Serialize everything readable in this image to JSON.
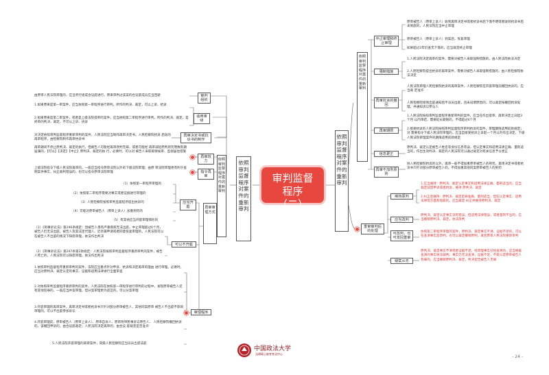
{
  "central": "审判监督程序（二）",
  "right_main": "依照审判监督程序对案件的重新审判",
  "left_main": "依照审判监督程序对案件的重新审判",
  "left_hub": "依照审判监督程序对案件的重新审判",
  "rt": {
    "label": "依照审判监督程序对案件的重新审判",
    "n1": "中止审理和终止审理",
    "n2": "强制措施",
    "n3": "再审抗诉的撤回",
    "n4": "再审期限",
    "n5": "信息更正",
    "n6": "再审不加刑原则",
    "t1a": "原审被告人（原审上诉人）收到再审决定书或者抗诉书后下落不明或者收到抗诉书后未到庭的，人民法院应当中止审理",
    "t1b": "原审被告人（原审上诉人）到案后，恢复审理",
    "t1c": "如果超过2年仍查无下落的，应当裁定终止审理",
    "t2a": "1.人民法院决定再审的案件，需要对被告人采取强制措施的，由人民法院依法决定",
    "t2b": "2.人民检察院提出抗诉的再审案件，需要对被告人采取强制措施的，由人民检察院依法决定",
    "t3a": "人民法院审理人民检察院抗诉的再审案件，人民检察院在开庭审理前撤回抗诉的，应当裁 定准许",
    "t3b": "人民检察院接到出庭通知后不派员出庭，且未说明原因的，可以裁定按撤回抗诉处理，并通知诉讼参与人",
    "t4a": "1.人民法院按照审判监督程序重新审判的案件，应当在作出提审、再审决定之日起3个月 以内审结，需要延长期限的，不得超过6个月",
    "t4b": "2.接受抗诉的人民法院按照审判监督程序审判抗诉的案件，审理期限适用前款规定；对 需要指令下级人民法院审理的，应当自接受抗诉之日起一个月以内作出决定，下级人民法院审理案件的期限适用前款规定",
    "t5a": "原判决、裁定认定被告人姓名等身份信息有误，但认定事实和适用法律正确、量刑适当的，作出生效判决、裁定的人民法院可以通过裁定对有关信息予以更正",
    "t6a": "除人民检察院抗诉的以外，再审一般不得加重原审被告人的刑罚。再审决定书或者抗诉书只针对部分原审被告人的，不得加重其他同案原审被告人的刑罚"
  },
  "rb": {
    "label": "重审审判后的处理",
    "n1": "维持原判",
    "n2": "应当改判",
    "n3": "可改判，也可发回重审",
    "n4": "疑案从无",
    "t1a": "1.应当维持：原判决、裁定认定事实和适用法律正确、量刑适当的，应当裁定驳回申诉或者抗诉，维持 原判决、裁定",
    "t1b": "2.纠正后维持：原判决、裁定定罪准确、量刑适当，但在认定事实、适用法律等方面有瑕疵的，应当裁定 纠正并维持原判决、裁定",
    "t2a": "原判决、裁定认定事实没有错误，但适用法律错误，或者量刑不当的，应当撤销原判决、裁定，依法改判",
    "t3a": "依照第二审程序审理的案件，原判决、裁定事实不清、证据不足的，可以在查清事实后改判，也可以裁定撤销原判，发回原审人民法院重新审判",
    "t4a": "原判决、裁定事实不清或者证据不足，经审理事实已经查清的，应当根据查清的事实依法裁判；事实仍无法查清，证据不足，不能认定原审被告人有罪的，应当撤销原判决、裁定，判决宣告被告人无罪"
  },
  "lt": {
    "n1": "审判组织",
    "n2": "适用审级",
    "n3": "再审决定书或抗诉书的制作",
    "n4": "再审效力",
    "n5": "指令再审",
    "t1a": "由原审人民法院审理的，应当另行组成合议庭进行。原来审判过该案的合议庭成员应当回避",
    "t2a": "1.如果原来是第一审案件，应当依照第一审程序进行审判，所作的判决、裁定，可以上诉、抗诉",
    "t2b": "2.如果原来是第二审案件，或者是上级法院提审的案件，应当依照第二审程序进行审判，所作的判决、裁定，是终审的判决、裁定，不可以上诉、抗诉",
    "t3a": "对决定依照审判监督程序重新审判的案件，人民法院应当制作再审决定书。人民检察院抗诉 启动的再审程序，由检察院制作再审抗诉书",
    "t4a": "再审期间不停止原判决、裁定的执行，但被告人可能经再审改判无罪，或者可能经 再审减轻原判刑罚而致刑期届满的，【可以】【决定】【中止】原判决、裁定的执 行，必要时，可以对 被告人采取取保候审、监视居住措施",
    "t5a": "上级法院指令下级人民法院再审的，一般应当指令原审法院以外的下级法院审理；由原 审法院审理更有利于查明案件事实、纠正裁判错误的，也可以指令原审法院审理"
  },
  "lb": {
    "label": "再审审理方式",
    "n1": "应当开庭",
    "n2": "可以不开庭",
    "n3": "审理程序",
    "k1": "（1）依照第一审程序审理的",
    "k2": "（2）依照第二审程序需要对事实或者证据进行审理的",
    "k3": "（3）人民检察院按照审判监督程序提出抗诉的",
    "k4": "（4）可能对原审被告人（原审上诉人）加重刑罚的",
    "k5": "（5）有其他应当开庭审理情形的",
    "q1": "（1）《刑事诉讼法》第296条规定：因被告人患有严重疾病无法出庭，中止审理超过6个月，被告人仍无法出庭，被告人及其法定代理人、近亲属申请或者同意恢复审理的，人民法院可以在被告人不出庭的情况下缺席审理，依法作出判决",
    "q2": "（2）《刑事诉讼法》第297条第2款规定：人民法院按照审判监督程序重新审判的案件，被告人死亡的，人民法院可以缺席审理，依法作出判决",
    "r1": "1.依照审判监督程序重新审判的案件，法院应当重点针对申诉、抗诉和决定再审的理由 进行审理。必要时，应当对原判决、裁定认定的事实、证据和适用法律进行全面审查",
    "r2": "2.对依照审判监督程序重新审判的案件，人民法院在依照第一审程序进行审判的过程中，发现原审被告人还有其他犯罪的，一般应当并案审理，但分案审理更为适宜的，可以分案审理",
    "r3": "3.开庭审理的再审案件，再审决定书或者抗诉书只针对部分原审被告人，其他同案原审 被告人不出庭不影响审理的，可以不出庭参加诉讼",
    "r4": "4.开庭审理前，原审被告人（原审上诉人）、原审自诉人、原审附带民事诉讼原告人、 人民检察院撤回抗诉的，该撤回申诉的，由合议庭裁定；人民法院决定再审的，由合议 庭裁定是否准许",
    "r5": "5.人民法院开庭审理的再审案件，同级人民检察院应当派员出席法庭"
  },
  "footer": {
    "logo": "中国政法大学",
    "logo_sub": "法律硕士联考考试中心",
    "page": "- 24 -"
  }
}
